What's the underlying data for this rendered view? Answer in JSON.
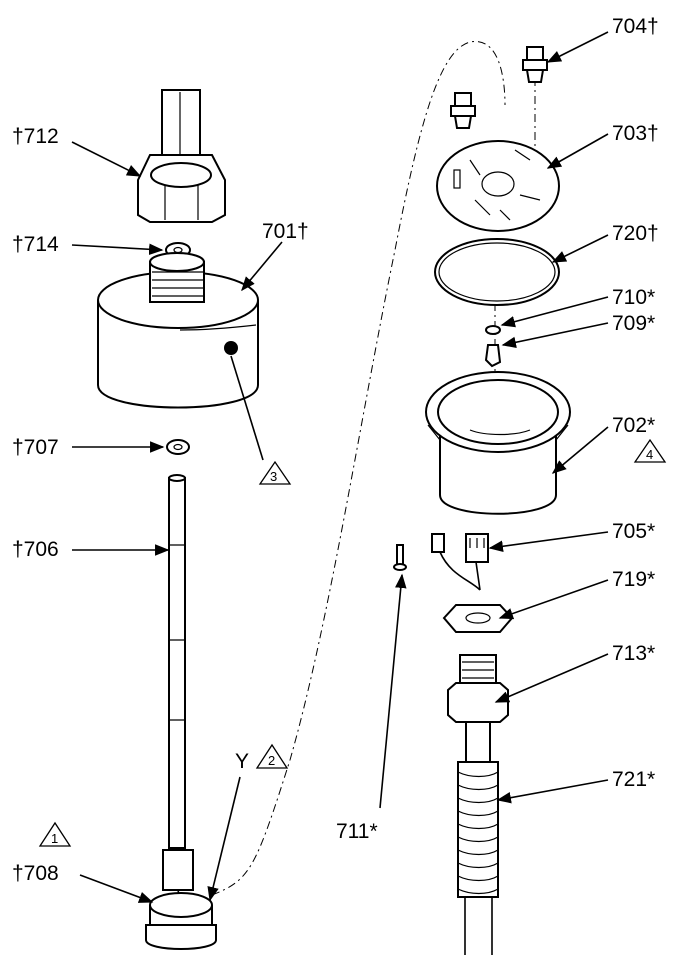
{
  "labels": {
    "p712": "†712",
    "p714": "†714",
    "p701": "701†",
    "p707": "†707",
    "p706": "†706",
    "y_label": "Y",
    "p708": "†708",
    "p704": "704†",
    "p703": "703†",
    "p720": "720†",
    "p710": "710*",
    "p709": "709*",
    "p702": "702*",
    "p705": "705*",
    "p719": "719*",
    "p713": "713*",
    "p721": "721*",
    "p711": "711*"
  },
  "notes": {
    "n1": "1",
    "n2": "2",
    "n3": "3",
    "n4": "4"
  }
}
